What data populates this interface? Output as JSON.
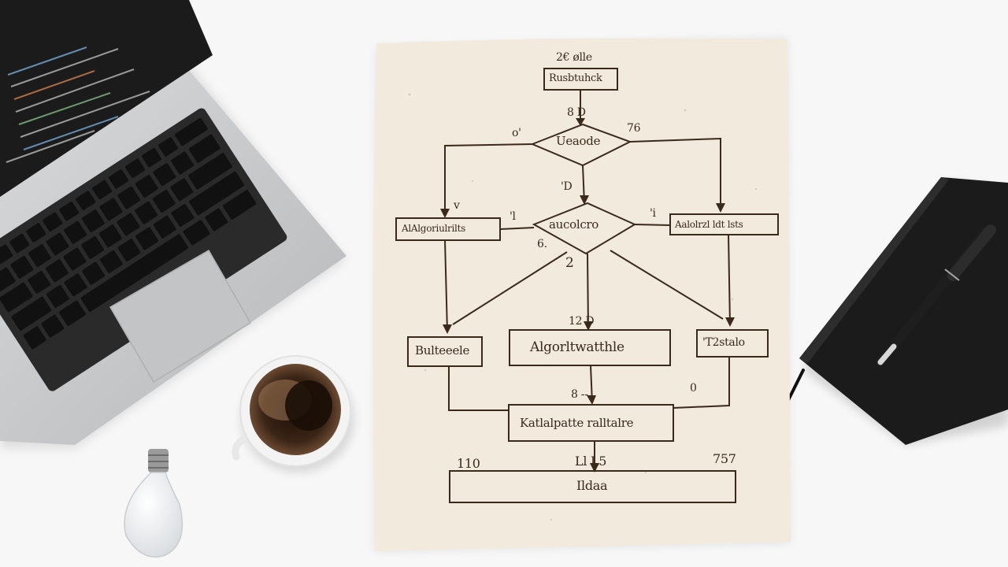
{
  "flowchart": {
    "header_note": "2€ ølle",
    "start_box": "Rusbtuhck",
    "arrow_note_1": "8 D",
    "left_note_1": "o'",
    "right_note_1": "76",
    "decision_1": "Ueaode",
    "mid_note_1": "'D",
    "left_arrow_note": "v",
    "left_side_note": "'l",
    "right_side_note": "'i",
    "left_box": "AlAlgoriulrilts",
    "right_box": "Aalolrzl ldt lsts",
    "decision_2": "aucolcro",
    "decision_2_left_note": "6.",
    "decision_2_below_note": "2",
    "center_note_2": "12 D",
    "left_box_2": "Bulteeele",
    "center_box_2": "Algorltwatthle",
    "right_box_2": "'T2stalo",
    "center_note_3": "8 --",
    "right_note_3": "0",
    "merge_box": "Katlalpatte ralltalre",
    "left_note_4": "110",
    "center_note_4": "Ll L5",
    "right_note_4": "757",
    "end_box": "Ildaa"
  },
  "colors": {
    "background": "#f7f7f7",
    "paper": "#f1eadd",
    "ink": "#3a2a1c",
    "laptop_silver": "#c8c9cb",
    "notebook": "#1b1b1b",
    "coffee": "#2a1a10"
  }
}
